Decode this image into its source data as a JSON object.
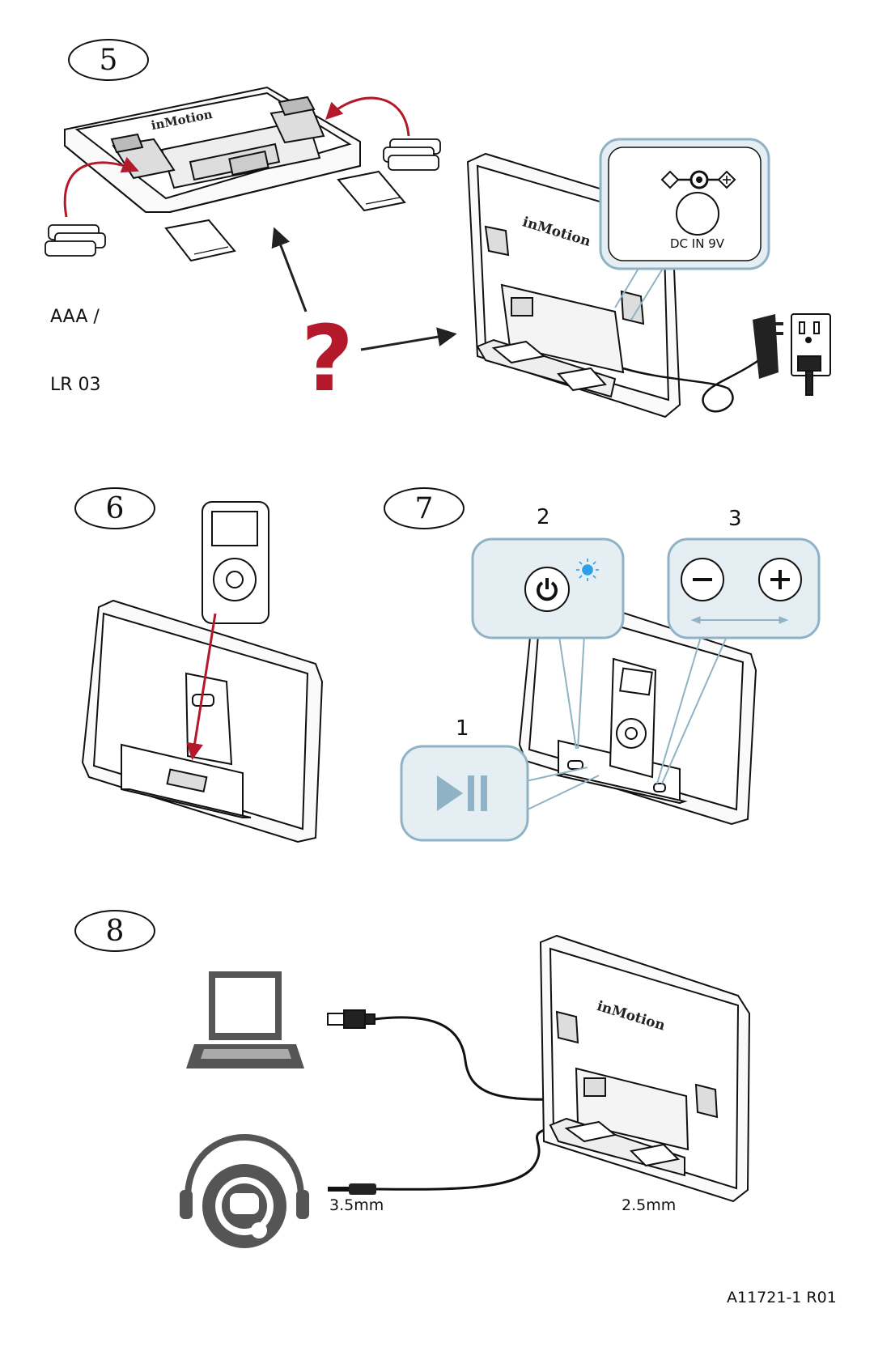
{
  "steps": {
    "s5": "5",
    "s6": "6",
    "s7": "7",
    "s8": "8"
  },
  "batteries": {
    "type_line1": "AAA /",
    "type_line2": "LR 03"
  },
  "question_mark": "?",
  "power": {
    "jack_label": "DC IN 9V"
  },
  "controls": {
    "num_play": "1",
    "num_power": "2",
    "num_volume": "3",
    "minus": "−",
    "plus": "+"
  },
  "brand": "inMotion",
  "cables": {
    "plug_35": "3.5mm",
    "plug_25": "2.5mm"
  },
  "doc_code": "A11721-1 R01",
  "colors": {
    "accent_red": "#b3192b",
    "callout_bg": "#e4eef3",
    "callout_stroke": "#8fb3c4",
    "dark": "#111111",
    "gray": "#555555",
    "led_blue": "#2d9fe8"
  }
}
